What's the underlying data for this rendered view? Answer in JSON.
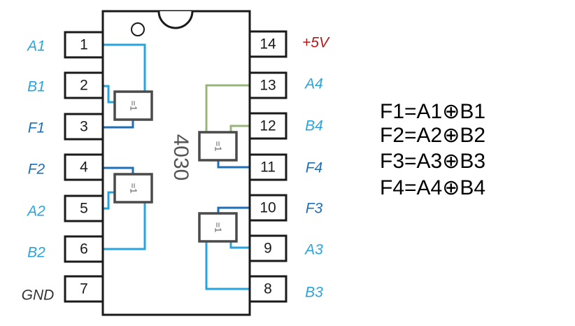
{
  "chip": {
    "label": "4030"
  },
  "pins_left": [
    {
      "number": "1",
      "signal": "A1",
      "color": "#2ba3dc"
    },
    {
      "number": "2",
      "signal": "B1",
      "color": "#2ba3dc"
    },
    {
      "number": "3",
      "signal": "F1",
      "color": "#1e6fb8"
    },
    {
      "number": "4",
      "signal": "F2",
      "color": "#1e6fb8"
    },
    {
      "number": "5",
      "signal": "A2",
      "color": "#2ba3dc"
    },
    {
      "number": "6",
      "signal": "B2",
      "color": "#2ba3dc"
    },
    {
      "number": "7",
      "signal": "GND",
      "color": "#333333"
    }
  ],
  "pins_right": [
    {
      "number": "14",
      "signal": "+5V",
      "color": "#b01c1c"
    },
    {
      "number": "13",
      "signal": "A4",
      "color": "#2ba3dc"
    },
    {
      "number": "12",
      "signal": "B4",
      "color": "#2ba3dc"
    },
    {
      "number": "11",
      "signal": "F4",
      "color": "#1e6fb8"
    },
    {
      "number": "10",
      "signal": "F3",
      "color": "#1e6fb8"
    },
    {
      "number": "9",
      "signal": "A3",
      "color": "#2ba3dc"
    },
    {
      "number": "8",
      "signal": "B3",
      "color": "#2ba3dc"
    }
  ],
  "gates": [
    {
      "label": "=1"
    },
    {
      "label": "=1"
    },
    {
      "label": "=1"
    },
    {
      "label": "=1"
    }
  ],
  "equations": [
    "F1=A1⊕B1",
    "F2=A2⊕B2",
    "F3=A3⊕B3",
    "F4=A4⊕B4"
  ],
  "colors": {
    "input_wire": "#29a3dc",
    "output_wire": "#1e6fb8",
    "gate4_input_wire": "#98b47c"
  }
}
